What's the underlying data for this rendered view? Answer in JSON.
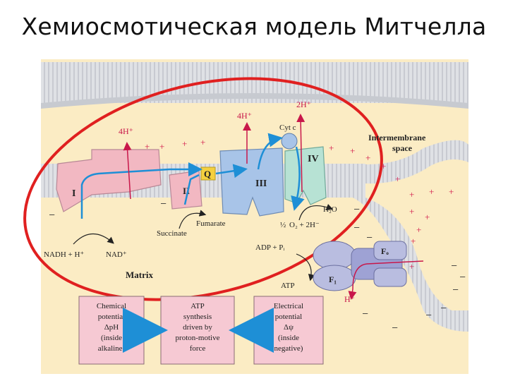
{
  "title": "Хемиосмотическая модель Митчелла",
  "labels": {
    "h4_left": "4H⁺",
    "h4_mid": "4H⁺",
    "h2_right": "2H⁺",
    "cytc": "Cyt c",
    "q": "Q",
    "complex_1": "I",
    "complex_2": "II",
    "complex_3": "III",
    "complex_4": "IV",
    "intermembrane_1": "Intermembrane",
    "intermembrane_2": "space",
    "h2o": "H₂O",
    "o2_frac": "½",
    "o2_rest": "O₂ + 2H⁻",
    "fumarate": "Fumarate",
    "succinate": "Succinate",
    "nadh": "NADH + H⁺",
    "nad": "NAD⁺",
    "adp": "ADP + Pᵢ",
    "atp": "ATP",
    "fo": "Fₒ",
    "f1": "F₁",
    "h_out": "H⁺",
    "matrix": "Matrix"
  },
  "boxes": {
    "left": [
      "Chemical",
      "potential",
      "ΔpH",
      "(inside",
      "alkaline)"
    ],
    "middle": [
      "ATP",
      "synthesis",
      "driven by",
      "proton-motive",
      "force"
    ],
    "right": [
      "Electrical",
      "potential",
      "Δψ",
      "(inside",
      "negative)"
    ]
  },
  "colors": {
    "membrane_bg": "#fbecc4",
    "lipid": "#c9ccd2",
    "complex_pink": "#f2b8c2",
    "complex_blue": "#a8c4e8",
    "complex_green": "#b7e2d4",
    "atp_synthase": "#b9bde0",
    "ellipse": "#e02020",
    "arrow_blue": "#1e8fd6",
    "plus_red": "#d2184a",
    "box_fill": "#f6c9d3"
  }
}
